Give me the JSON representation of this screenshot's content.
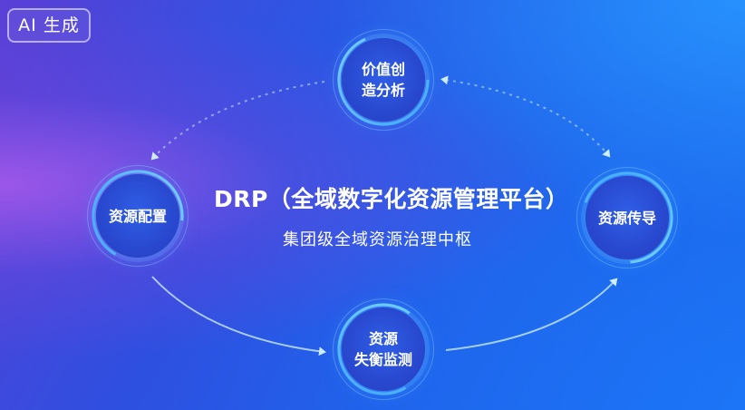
{
  "badge": {
    "label": "AI 生成"
  },
  "diagram": {
    "title": "DRP（全域数字化资源管理平台）",
    "subtitle": "集团级全域资源治理中枢",
    "nodes": {
      "top": {
        "line1": "价值创",
        "line2": "造分析"
      },
      "left": {
        "line1": "资源配置"
      },
      "right": {
        "line1": "资源传导"
      },
      "bottom": {
        "line1": "资源",
        "line2": "失衡监测"
      }
    },
    "colors": {
      "node_fill": "#2848cf",
      "ring_accent": "#5fd4ff",
      "arrow": "#bfe6ff"
    }
  }
}
